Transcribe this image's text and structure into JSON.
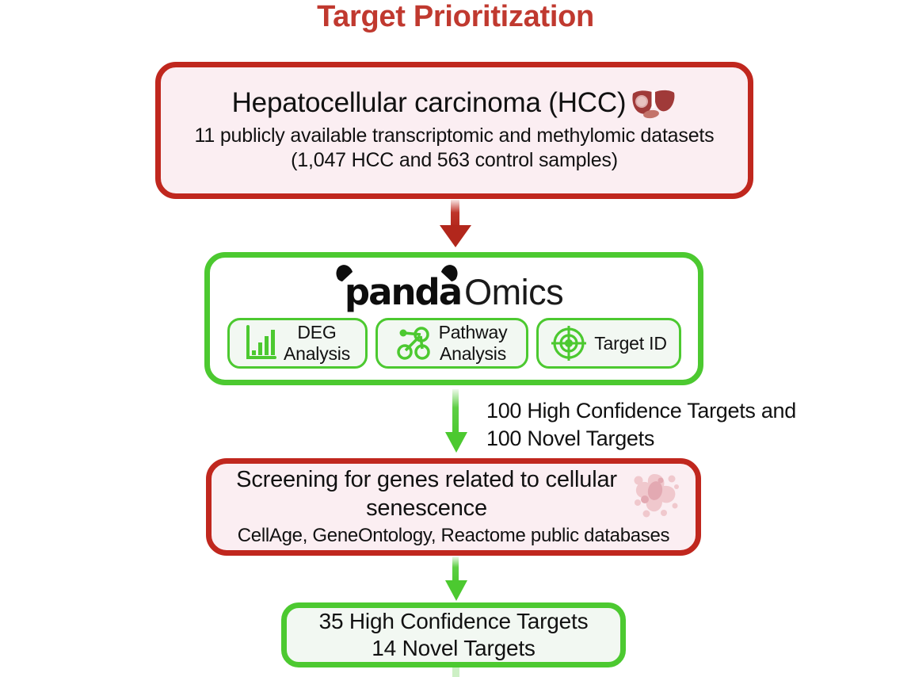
{
  "title": "Target Prioritization",
  "colors": {
    "title": "#c0392f",
    "red_border": "#c0271e",
    "red_fill": "#fbeef2",
    "green_border": "#4cc930",
    "green_fill": "#f2f8f2",
    "text": "#111111"
  },
  "disease_box": {
    "heading": "Hepatocellular carcinoma (HCC)",
    "subtext": "11 publicly available transcriptomic and methylomic\ndatasets (1,047 HCC  and  563 control  samples)",
    "icon": "liver-icon"
  },
  "arrows": {
    "arrow_1": "down-arrow-red",
    "arrow_2": "down-arrow-green",
    "arrow_3": "down-arrow-green",
    "arrow_4": "down-arrow-green-faded"
  },
  "platform_box": {
    "logo_bold": "panda",
    "logo_light": "Omics",
    "tools": [
      {
        "label": "DEG\nAnalysis",
        "icon": "bar-chart-icon"
      },
      {
        "label": "Pathway\nAnalysis",
        "icon": "network-graph-icon"
      },
      {
        "label": "Target ID",
        "icon": "crosshair-target-icon"
      }
    ]
  },
  "mid_label": "100 High Confidence Targets and\n100 Novel Targets",
  "screening_box": {
    "heading": "Screening for genes related to\ncellular senescence",
    "subtext": "CellAge, GeneOntology, Reactome public databases",
    "icon": "senescent-cell-icon"
  },
  "results_box": {
    "line1": "35 High Confidence Targets",
    "line2": "14 Novel Targets"
  }
}
